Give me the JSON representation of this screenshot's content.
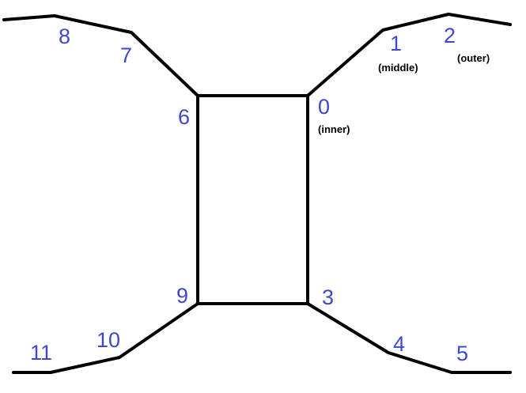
{
  "colors": {
    "label": "#3f48cc",
    "line": "#000000",
    "background": "#ffffff"
  },
  "labels": {
    "n0": "0",
    "n1": "1",
    "n2": "2",
    "n3": "3",
    "n4": "4",
    "n5": "5",
    "n6": "6",
    "n7": "7",
    "n8": "8",
    "n9": "9",
    "n10": "10",
    "n11": "11"
  },
  "annotations": {
    "inner": "(inner)",
    "middle": "(middle)",
    "outer": "(outer)"
  }
}
